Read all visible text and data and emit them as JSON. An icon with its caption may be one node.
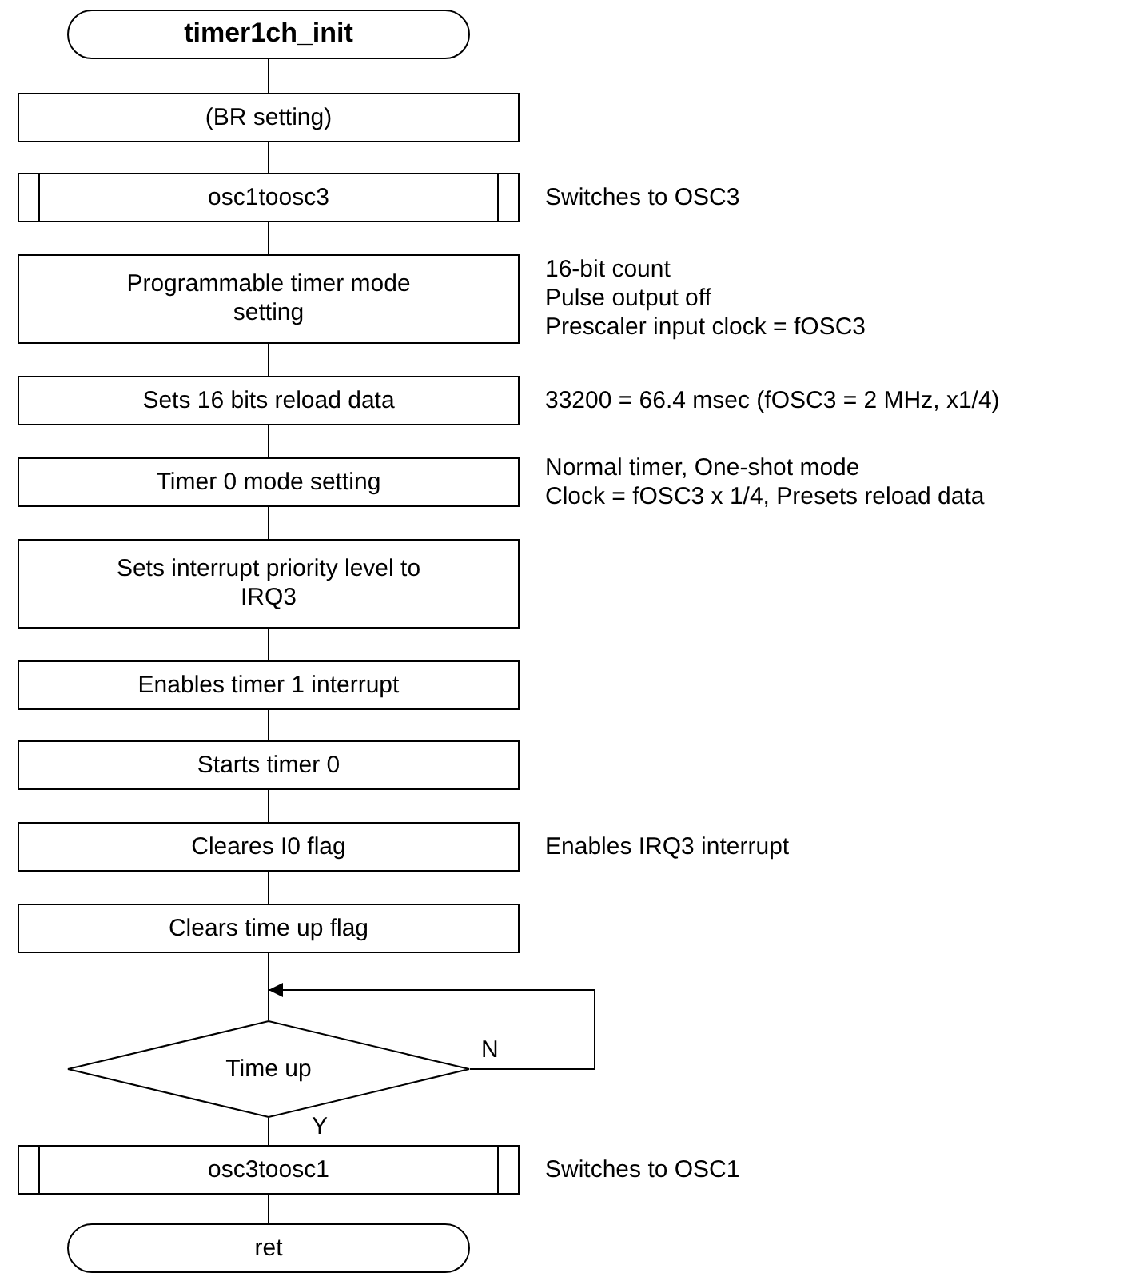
{
  "diagram": {
    "nodes": [
      {
        "text": [
          "timer1ch_init"
        ]
      },
      {
        "text": [
          "(BR setting)"
        ]
      },
      {
        "text": [
          "osc1toosc3"
        ],
        "beside": [
          "Switches to OSC3"
        ]
      },
      {
        "text": [
          "Programmable timer mode setting"
        ],
        "beside": [
          "16-bit count",
          "Pulse output off",
          "Prescaler input clock = fOSC3"
        ]
      },
      {
        "text": [
          "Sets 16 bits reload data"
        ],
        "beside": [
          "33200 = 66.4 msec (fOSC3 = 2 MHz, x1/4)"
        ]
      },
      {
        "text": [
          "Timer 0 mode setting"
        ],
        "beside": [
          "Normal timer, One-shot mode",
          "Clock = fOSC3 x 1/4, Presets reload data"
        ]
      },
      {
        "text": [
          "Sets interrupt priority level to IRQ3"
        ]
      },
      {
        "text": [
          "Enables timer 1 interrupt"
        ]
      },
      {
        "text": [
          "Starts timer 0"
        ]
      },
      {
        "text": [
          "Cleares I0 flag"
        ],
        "beside": [
          "Enables IRQ3 interrupt"
        ]
      },
      {
        "text": [
          "Clears time up flag"
        ]
      },
      {
        "text": [
          "Time up"
        ]
      },
      {
        "text": [
          "osc3toosc1"
        ],
        "beside": [
          "Switches to OSC1"
        ]
      },
      {
        "text": [
          "ret"
        ]
      }
    ],
    "edges": [
      {
        "from": 0,
        "to": 1,
        "arrow": "none"
      },
      {
        "from": 1,
        "to": 2,
        "arrow": "none"
      },
      {
        "from": 2,
        "to": 3,
        "arrow": "none"
      },
      {
        "from": 3,
        "to": 4,
        "arrow": "none"
      },
      {
        "from": 4,
        "to": 5,
        "arrow": "none"
      },
      {
        "from": 5,
        "to": 6,
        "arrow": "none"
      },
      {
        "from": 6,
        "to": 7,
        "arrow": "none"
      },
      {
        "from": 7,
        "to": 8,
        "arrow": "none"
      },
      {
        "from": 8,
        "to": 9,
        "arrow": "none"
      },
      {
        "from": 9,
        "to": 10,
        "arrow": "none"
      },
      {
        "from": 10,
        "to": 11,
        "arrow": "none"
      },
      {
        "from": 11,
        "to": 11,
        "arrow": "to",
        "label": "N"
      },
      {
        "from": 11,
        "to": 12,
        "arrow": "none",
        "label": "Y"
      },
      {
        "from": 12,
        "to": 13,
        "arrow": "none"
      }
    ]
  }
}
